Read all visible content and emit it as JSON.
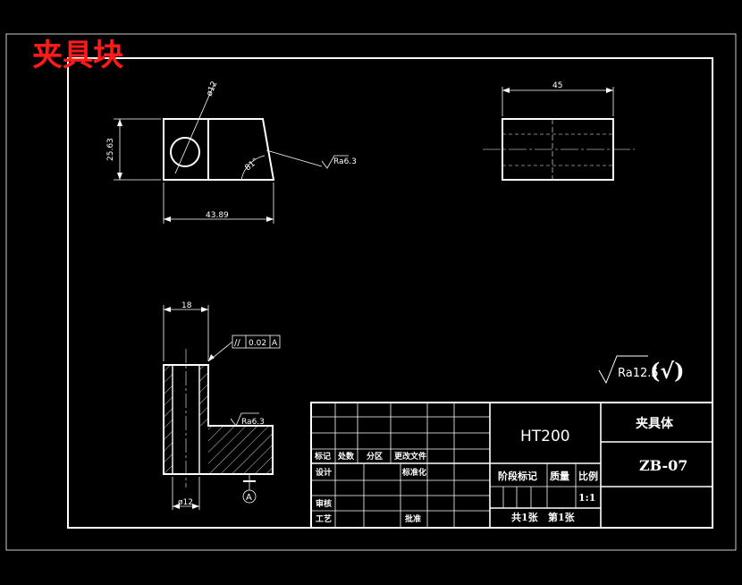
{
  "drawing_title": "夹具块",
  "dimensions": {
    "diameter_top": "ø12",
    "height": "25.63",
    "width": "43.89",
    "angle": "81°",
    "length": "45",
    "front_width": "18",
    "bottom_diameter": "ø12"
  },
  "surface_finish": {
    "slant": "Ra6.3",
    "step": "Ra6.3",
    "general": "Ra12.5",
    "general_suffix": "(√)"
  },
  "tolerance": {
    "symbol": "//",
    "value": "0.02",
    "datum": "A"
  },
  "datum_label": "A",
  "title_block": {
    "material": "HT200",
    "part_name": "夹具体",
    "drawing_number": "ZB-07",
    "row_labels": {
      "mark": "标记",
      "count": "处数",
      "zone": "分区",
      "change_doc": "更改文件"
    },
    "design": "设计",
    "standardize": "标准化",
    "review": "审核",
    "process": "工艺",
    "approve": "批准",
    "stage_mark": "阶段标记",
    "weight": "质量",
    "scale_label": "比例",
    "scale_value": "1:1",
    "sheets_total": "共1张",
    "sheet_no": "第1张"
  }
}
